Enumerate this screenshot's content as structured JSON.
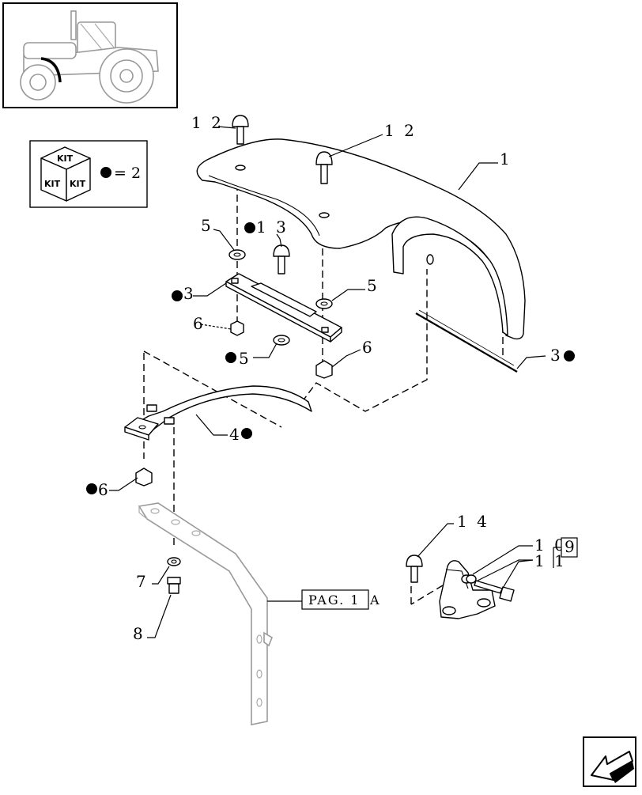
{
  "kit": {
    "box_word": "KIT",
    "equals": "= 2"
  },
  "callouts": {
    "c12_left": "1 2",
    "c12_right": "1 2",
    "c1": "1",
    "c5_left": "5",
    "c13": "1 3",
    "c3_bracket": "3",
    "c5_right": "5",
    "c6_nut": "6",
    "c5_dot": "5",
    "c6_right": "6",
    "c3_rod": "3",
    "c4": "4",
    "c6_lower": "6",
    "c7": "7",
    "c8": "8",
    "c14": "1 4",
    "c10": "1 0",
    "c9": "9",
    "c11": "1 1"
  },
  "page_ref": {
    "label": "PAG. 1",
    "suffix": "A"
  },
  "nav": {
    "icon": "arrow-back-icon"
  },
  "colors": {
    "ink": "#000000",
    "ghost": "#999999"
  }
}
